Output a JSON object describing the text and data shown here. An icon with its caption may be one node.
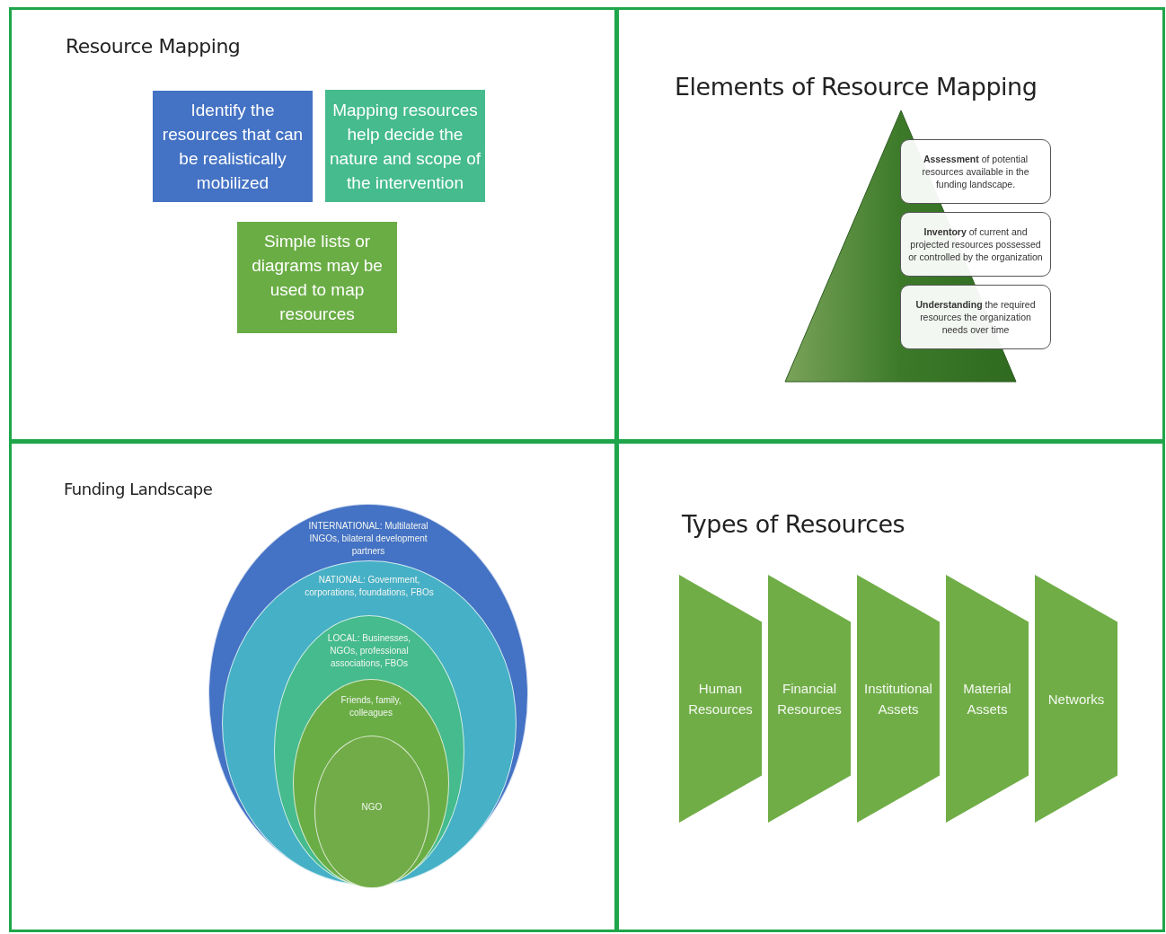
{
  "diagram": {
    "nodes": [
      {
        "text": [
          "Resource Mapping"
        ]
      },
      {
        "text": [
          "Identify the resources that can be realistically mobilized"
        ],
        "in": 0
      },
      {
        "text": [
          "Mapping resources help decide the nature and scope of the intervention"
        ],
        "in": 0
      },
      {
        "text": [
          "Simple lists or diagrams may be used to map resources"
        ],
        "in": 0
      },
      {
        "text": [
          "Elements of Resource Mapping"
        ]
      },
      {
        "text": [
          "**Assessment** of potential resources available in the funding landscape."
        ],
        "in": 4
      },
      {
        "text": [
          "**Inventory** of current and projected resources possessed or controlled by the organization"
        ],
        "in": 4
      },
      {
        "text": [
          "**Understanding** the required resources the organization needs over time"
        ],
        "in": 4
      },
      {
        "text": [
          "Funding Landscape"
        ]
      },
      {
        "text": [
          "INTERNATIONAL: Multilateral INGOs, bilateral development partners"
        ],
        "in": 8
      },
      {
        "text": [
          "NATIONAL: Government, corporations, foundations, FBOs"
        ],
        "in": 9
      },
      {
        "text": [
          "LOCAL: Businesses, NGOs, professional associations, FBOs"
        ],
        "in": 10
      },
      {
        "text": [
          "Friends, family, colleagues"
        ],
        "in": 11
      },
      {
        "text": [
          "NGO"
        ],
        "in": 12
      },
      {
        "text": [
          "Types of Resources"
        ]
      },
      {
        "text": [
          "Human Resources"
        ],
        "in": 14
      },
      {
        "text": [
          "Financial Resources"
        ],
        "in": 14
      },
      {
        "text": [
          "Institutional Assets"
        ],
        "in": 14
      },
      {
        "text": [
          "Material Assets"
        ],
        "in": 14
      },
      {
        "text": [
          "Networks"
        ],
        "in": 14
      }
    ]
  }
}
